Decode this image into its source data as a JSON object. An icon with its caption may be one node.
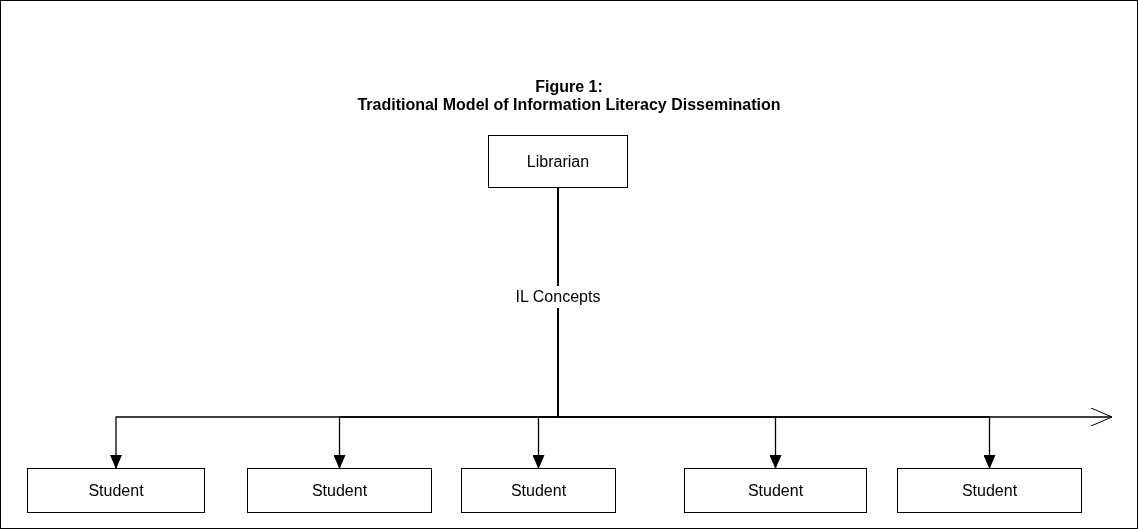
{
  "diagram": {
    "title": "Traditional Model of Information Literacy Dissemination",
    "nodes": [
      {
        "text": [
          "Librarian"
        ]
      },
      {
        "text": [
          "Student"
        ]
      },
      {
        "text": [
          "Student"
        ]
      },
      {
        "text": [
          "Student"
        ]
      },
      {
        "text": [
          "Student"
        ]
      },
      {
        "text": [
          "Student"
        ]
      }
    ],
    "edges": [
      {
        "from": 0,
        "to": 1,
        "arrow": "to"
      },
      {
        "from": 0,
        "to": 2,
        "arrow": "to"
      },
      {
        "from": 0,
        "to": 3,
        "arrow": "to",
        "label": "IL Concepts"
      },
      {
        "from": 0,
        "to": 4,
        "arrow": "to"
      },
      {
        "from": 0,
        "to": 5,
        "arrow": "to"
      },
      {
        "from": 0,
        "to": null,
        "arrow": "to"
      }
    ],
    "labels": [
      "Figure 1:"
    ]
  }
}
